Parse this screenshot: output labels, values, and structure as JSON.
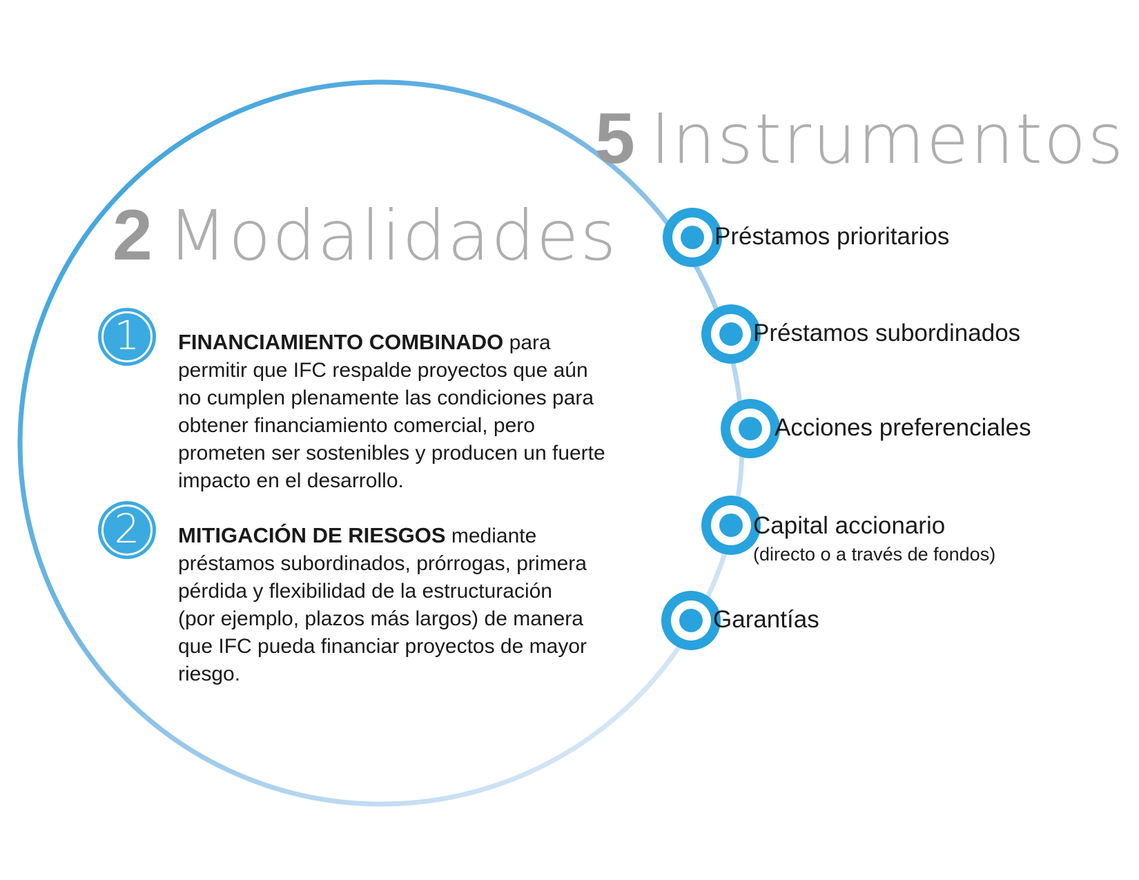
{
  "colors": {
    "canvas_bg": "#ffffff",
    "accent_blue": "#29a3dd",
    "badge_blue": "#3baae0",
    "digit_gray": "#9a9a9a",
    "word_gray": "#aeaeae",
    "text_dark": "#1a1a1a",
    "circle_gradient_start": "#2d9fdb",
    "circle_gradient_end": "#eaf3fb"
  },
  "headings": {
    "modalities": {
      "number": "2",
      "word": "Modalidades"
    },
    "instruments": {
      "number": "5",
      "word": "Instrumentos"
    }
  },
  "modalities": {
    "items": [
      {
        "number": "1",
        "lead": "FINANCIAMIENTO COMBINADO",
        "rest": " para\npermitir que IFC respalde proyectos que aún\nno cumplen plenamente las condiciones para\nobtener financiamiento comercial, pero\nprometen ser sostenibles y producen un fuerte\nimpacto en el desarrollo."
      },
      {
        "number": "2",
        "lead": "MITIGACIÓN DE RIESGOS",
        "rest": " mediante\npréstamos subordinados, prórrogas, primera\npérdida y flexibilidad de la estructuración\n(por ejemplo, plazos más largos) de manera\nque IFC pueda financiar proyectos de mayor\nriesgo."
      }
    ]
  },
  "instruments": {
    "items": [
      {
        "label": "Préstamos prioritarios"
      },
      {
        "label": "Préstamos subordinados"
      },
      {
        "label": "Acciones preferenciales"
      },
      {
        "label": "Capital accionario",
        "sublabel": "(directo o a través de fondos)"
      },
      {
        "label": "Garantías"
      }
    ]
  }
}
